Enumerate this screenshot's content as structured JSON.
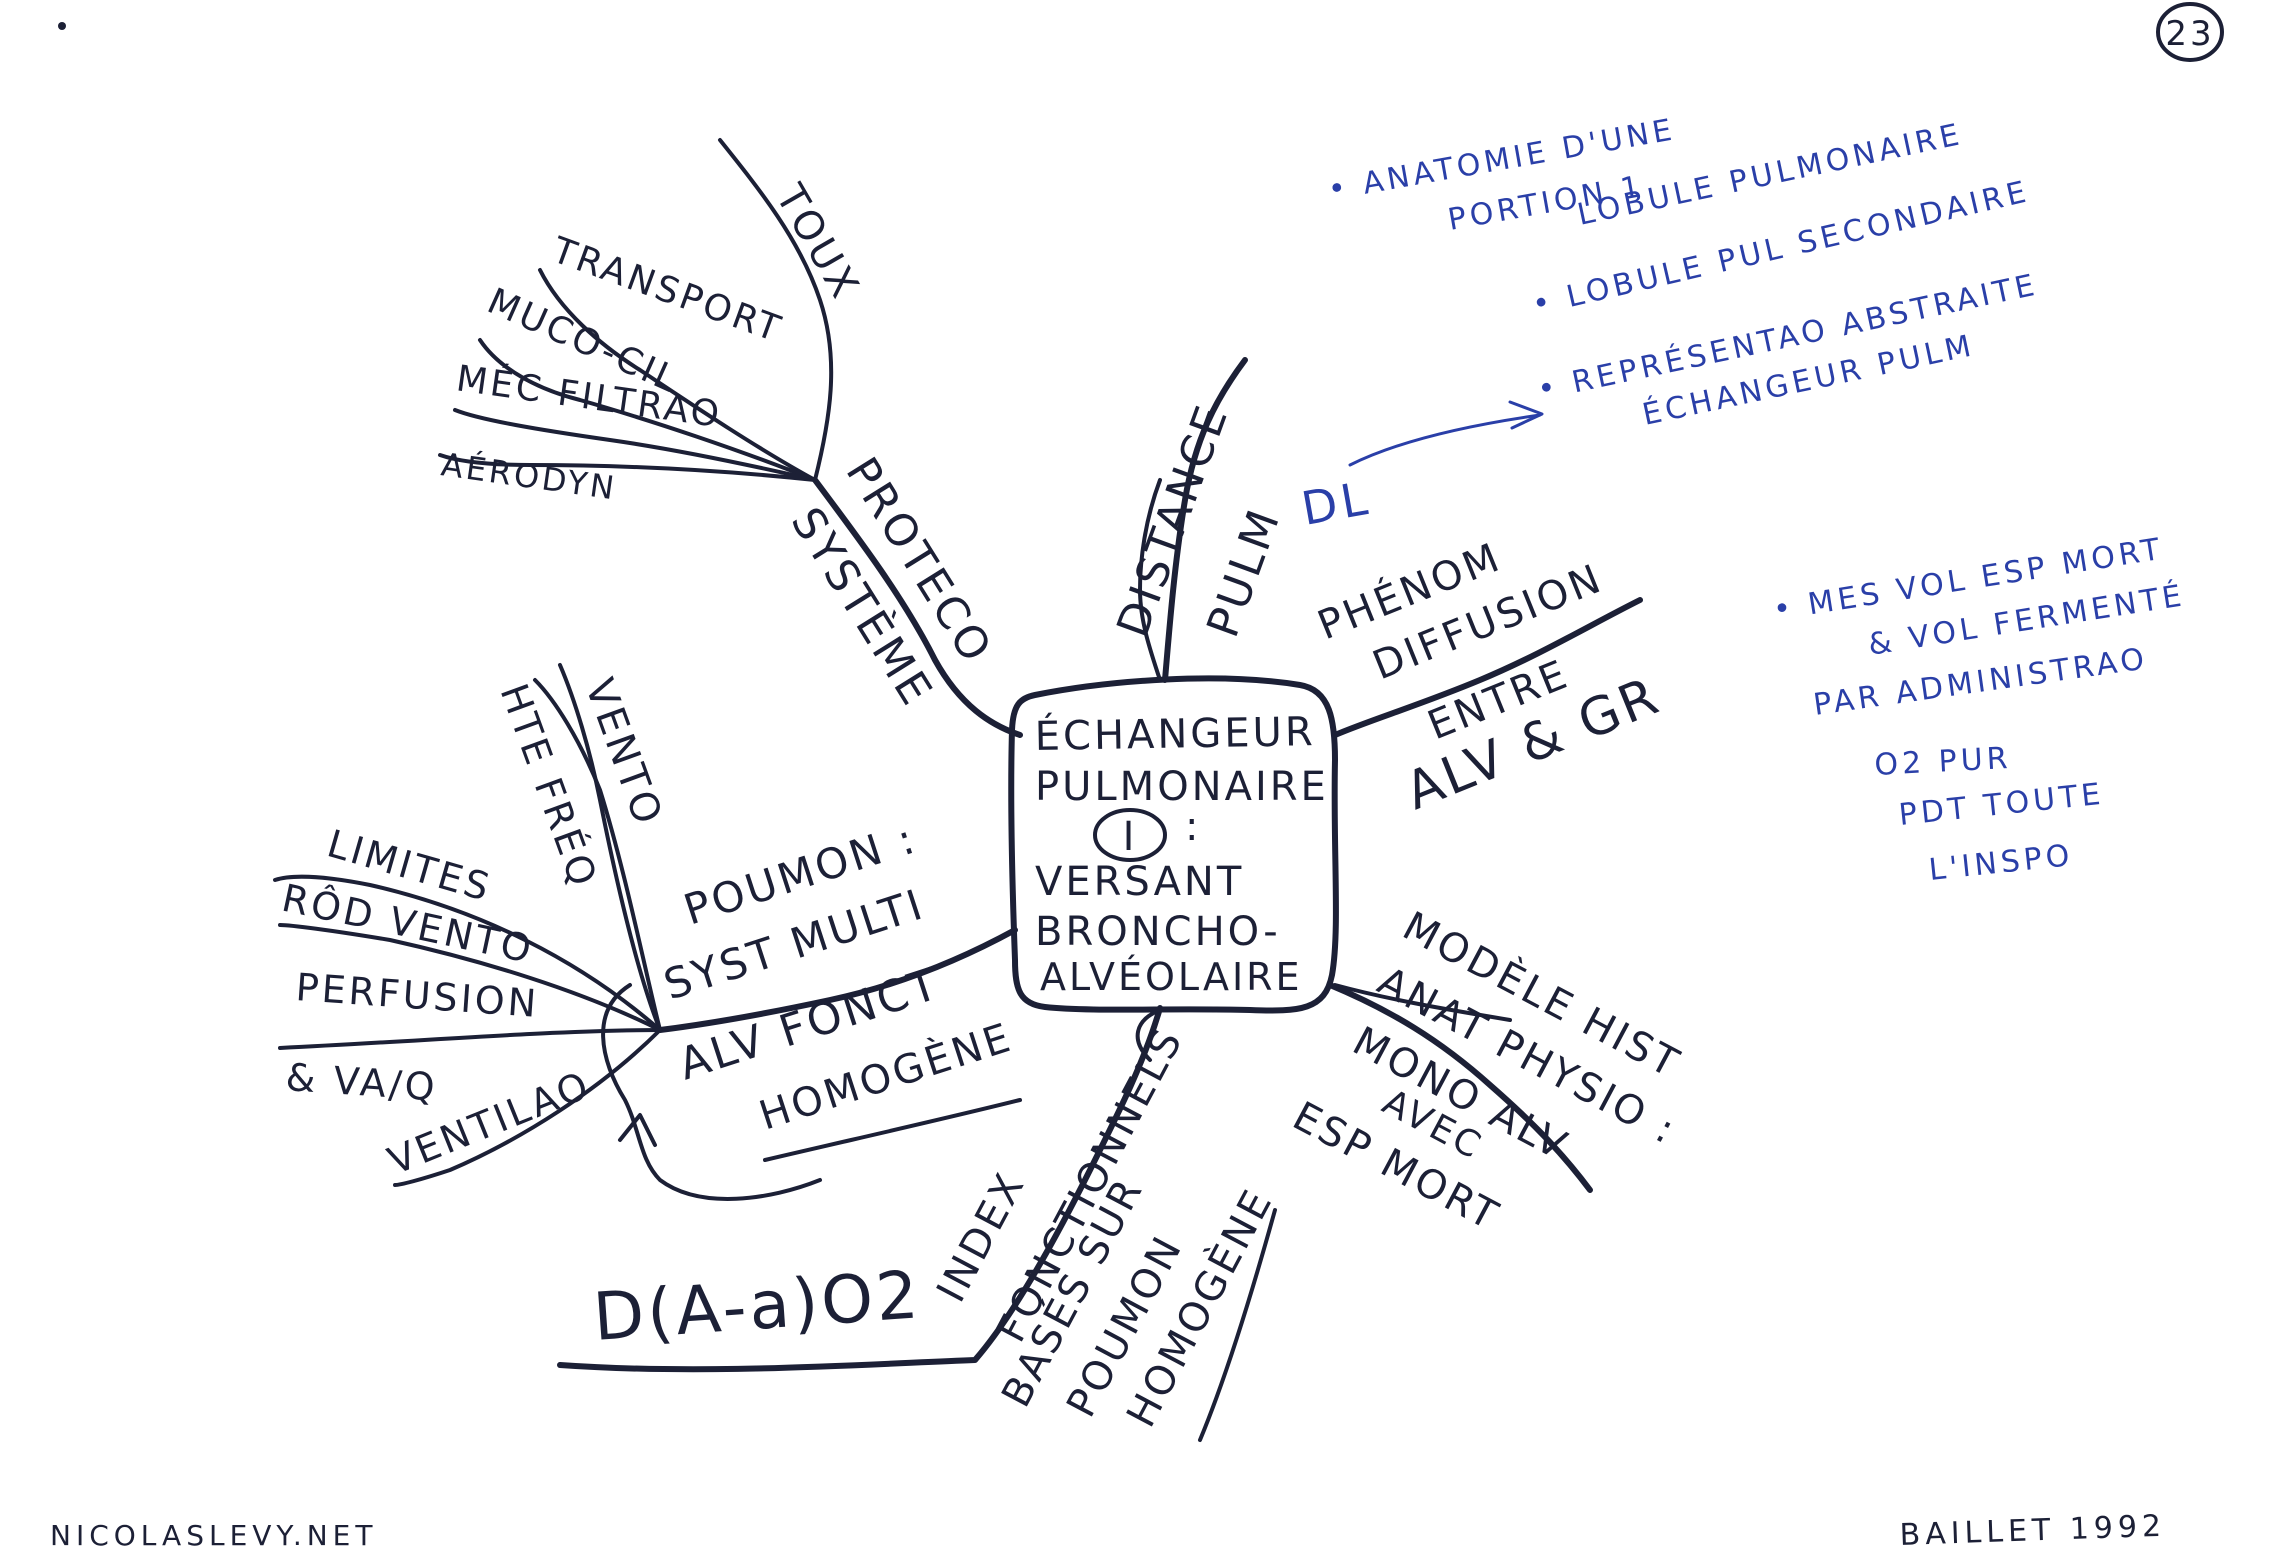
{
  "page_number": "23",
  "center": {
    "lines": [
      "ÉCHANGEUR",
      "PULMONAIRE",
      ":",
      "VERSANT",
      "BRONCHO-",
      "ALVÉOLAIRE"
    ],
    "numeral": "I"
  },
  "branches": {
    "protection": {
      "label_1": "PROTECO",
      "label_2": "SYSTÈME",
      "subs": [
        "TOUX",
        "TRANSPORT",
        "MUCO-CIL",
        "MÉC FILTRAO",
        "AÉRODYN"
      ]
    },
    "compliance": {
      "label_1": "DISTANCE",
      "label_2": "PULM",
      "note": "DL"
    },
    "diffusion": {
      "label_1": "PHÉNOM",
      "label_2": "DIFFUSION",
      "label_3": "ENTRE",
      "label_4": "ALV & GR"
    },
    "models": {
      "label_1": "MODÈLE HIST",
      "label_2": "ANAT PHYSIO :",
      "label_3": "MONO ALV",
      "label_4": "AVEC",
      "label_5": "ESP MORT"
    },
    "indexes": {
      "label_1": "INDEX",
      "label_2": "FONCTIONNELS",
      "label_3": "BASÉS SUR",
      "label_4": "POUMON",
      "label_5": "HOMOGÈNE",
      "sub": "D(A-a)O2"
    },
    "lung": {
      "label_1": "POUMON :",
      "label_2": "SYST MULTI",
      "label_3": "ALV FONCT",
      "label_4": "HOMOGÈNE",
      "subs": [
        "VENTO",
        "HTE FRÉQ",
        "LIMITES",
        "RÔD VENTO",
        "PERFUSION",
        "& VA/Q",
        "VENTILAO"
      ]
    }
  },
  "notes_blue": {
    "items": [
      "• ANATOMIE D'UNE",
      "PORTION 1",
      "LOBULE PULMONAIRE",
      "• LOBULE PUL SECONDAIRE",
      "• REPRÉSENTAO ABSTRAITE",
      "ÉCHANGEUR PULM"
    ],
    "items2": [
      "• MES VOL ESP MORT",
      "& VOL FERMENTÉ",
      "PAR ADMINISTRAO",
      "O2 PUR",
      "PDT TOUTE",
      "L'INSPO"
    ]
  },
  "footer": {
    "left": "NICOLASLEVY.NET",
    "right": "BAILLET 1992"
  }
}
